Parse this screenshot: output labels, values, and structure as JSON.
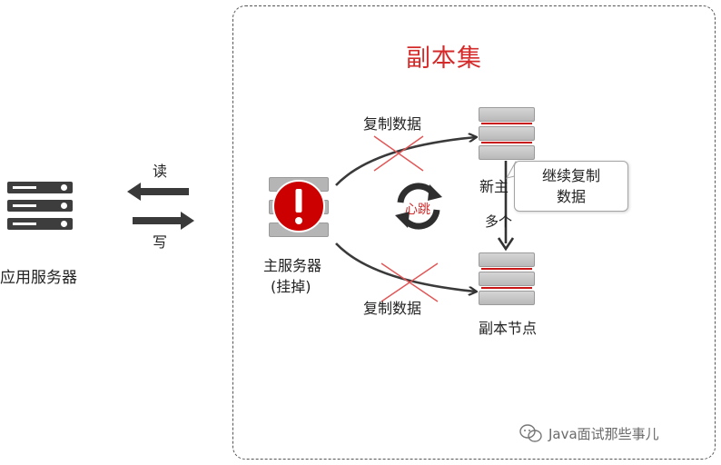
{
  "diagram": {
    "title": "副本集",
    "app_server_label": "应用服务器",
    "read_label": "读",
    "write_label": "写",
    "master_label": "主服务器",
    "master_status": "(挂掉)",
    "replicate_top_label": "复制数据",
    "replicate_bottom_label": "复制数据",
    "heartbeat_label": "心跳",
    "new_master_label": "新主",
    "callout_line1": "继续复制",
    "callout_line2": "数据",
    "multiple_label": "多个",
    "replica_node_label": "副本节点",
    "watermark": "Java面试那些事儿"
  }
}
